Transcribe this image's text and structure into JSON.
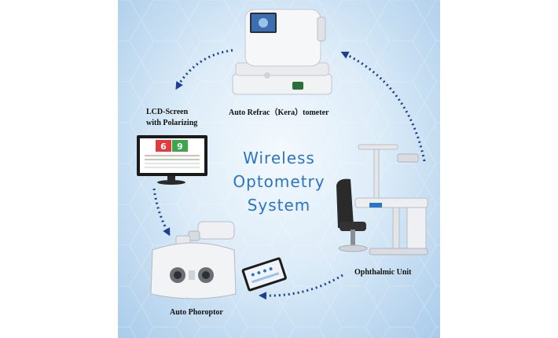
{
  "title": {
    "line1": "Wireless",
    "line2": "Optometry",
    "line3": "System"
  },
  "devices": {
    "autoref": "Auto Refrac（Kera）tometer",
    "lcd_line1": "LCD-Screen",
    "lcd_line2": "with Polarizing",
    "phoropter": "Auto Phoroptor",
    "ophthalmic": "Ophthalmic Unit"
  },
  "screen_text": {
    "red_chart": "6",
    "green_chart": "9"
  },
  "colors": {
    "title_blue": "#2b74c6",
    "arrow": "#1e3f8f",
    "chart_red": "#e23b3b",
    "chart_green": "#3ca64a"
  }
}
